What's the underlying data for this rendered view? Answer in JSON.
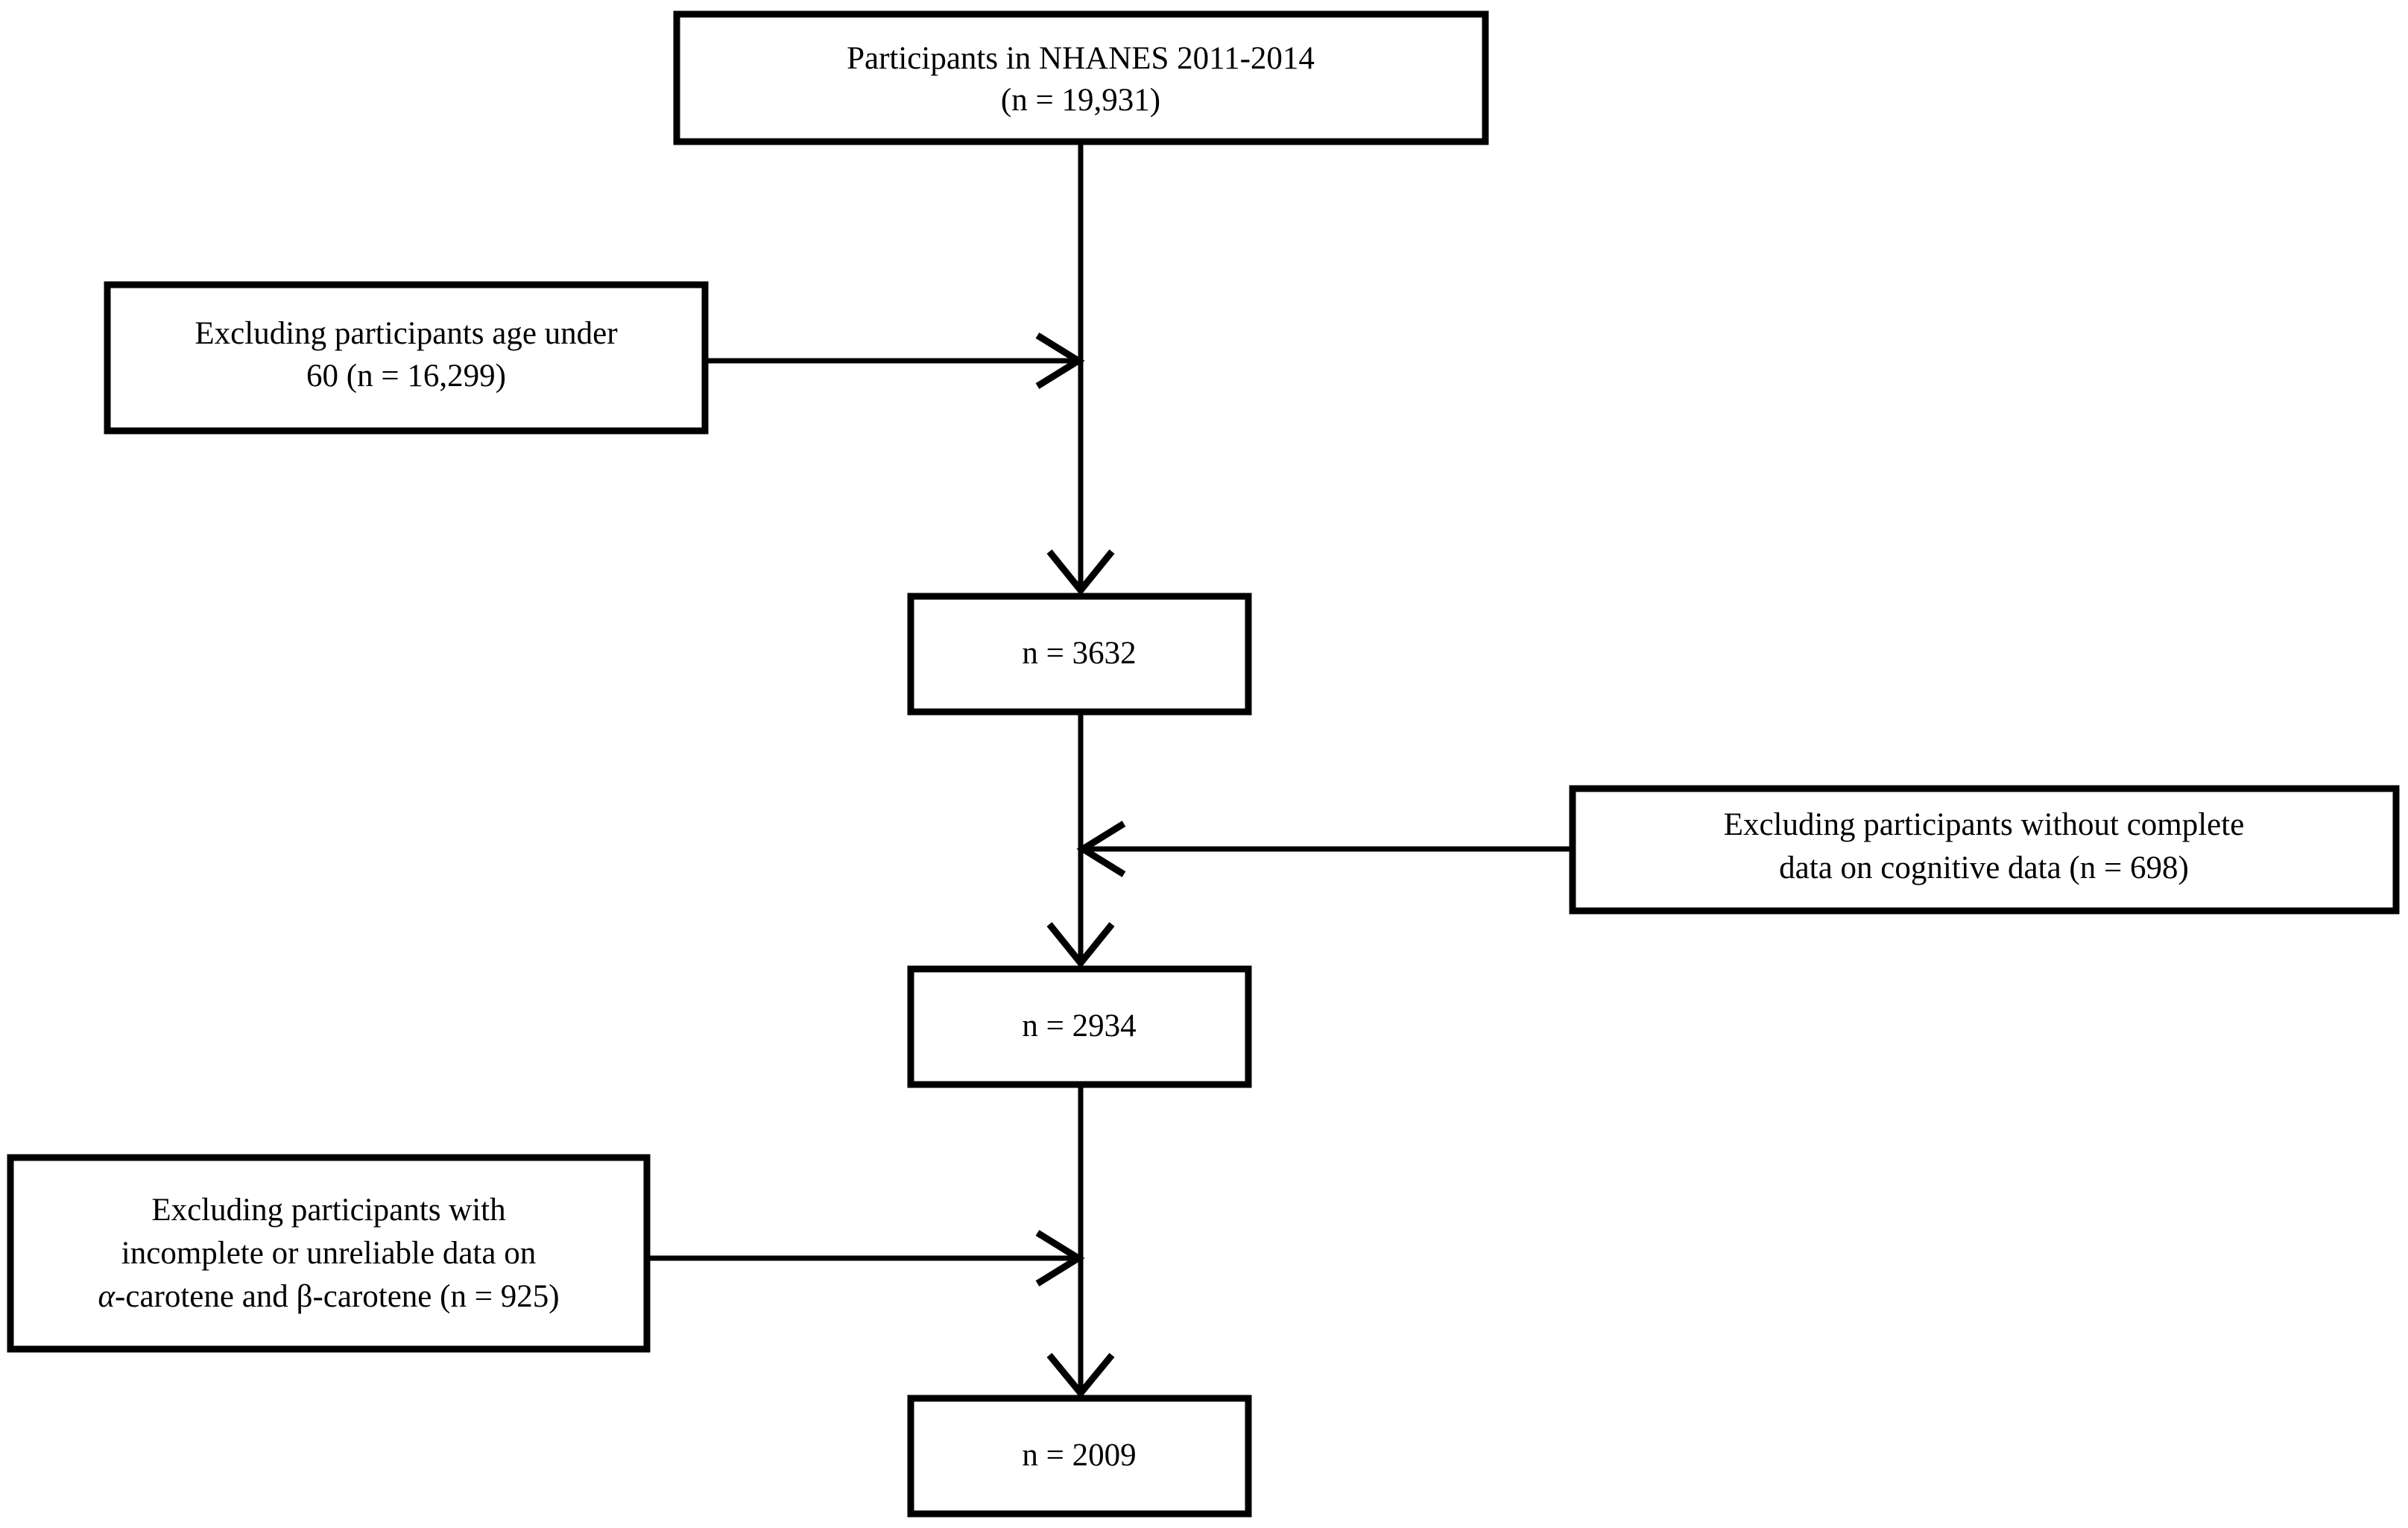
{
  "diagram": {
    "title": "NHANES participant selection flowchart",
    "background_color": "#ffffff",
    "line_color": "#000000",
    "box_fill": "#ffffff"
  },
  "nodes": {
    "source": {
      "line1": "Participants in NHANES 2011-2014",
      "line2": "(n = 19,931)"
    },
    "exclusion_age": {
      "line1": "Excluding participants age under",
      "line2": "60 (n = 16,299)"
    },
    "remaining_1": {
      "line1": "n = 3632"
    },
    "exclusion_cognitive": {
      "line1": "Excluding participants without complete",
      "line2": "data on cognitive data (n = 698)"
    },
    "remaining_2": {
      "line1": "n = 2934"
    },
    "exclusion_carotene": {
      "line1": "Excluding participants with",
      "line2": "incomplete or unreliable data on",
      "line3_greek_alpha": "α",
      "line3_part_a": "-carotene and ",
      "line3_greek_beta": "β",
      "line3_part_b": "-carotene (n = 925)"
    },
    "remaining_3": {
      "line1": "n = 2009"
    }
  },
  "flow_data": {
    "type": "flowchart",
    "steps": [
      {
        "label": "Participants in NHANES 2011-2014",
        "n": 19931
      },
      {
        "label": "n = 3632",
        "n": 3632
      },
      {
        "label": "n = 2934",
        "n": 2934
      },
      {
        "label": "n = 2009",
        "n": 2009
      }
    ],
    "exclusions": [
      {
        "label": "Excluding participants age under 60",
        "n": 16299,
        "side": "left"
      },
      {
        "label": "Excluding participants without complete data on cognitive data",
        "n": 698,
        "side": "right"
      },
      {
        "label": "Excluding participants with incomplete or unreliable data on α-carotene and β-carotene",
        "n": 925,
        "side": "left"
      }
    ]
  }
}
